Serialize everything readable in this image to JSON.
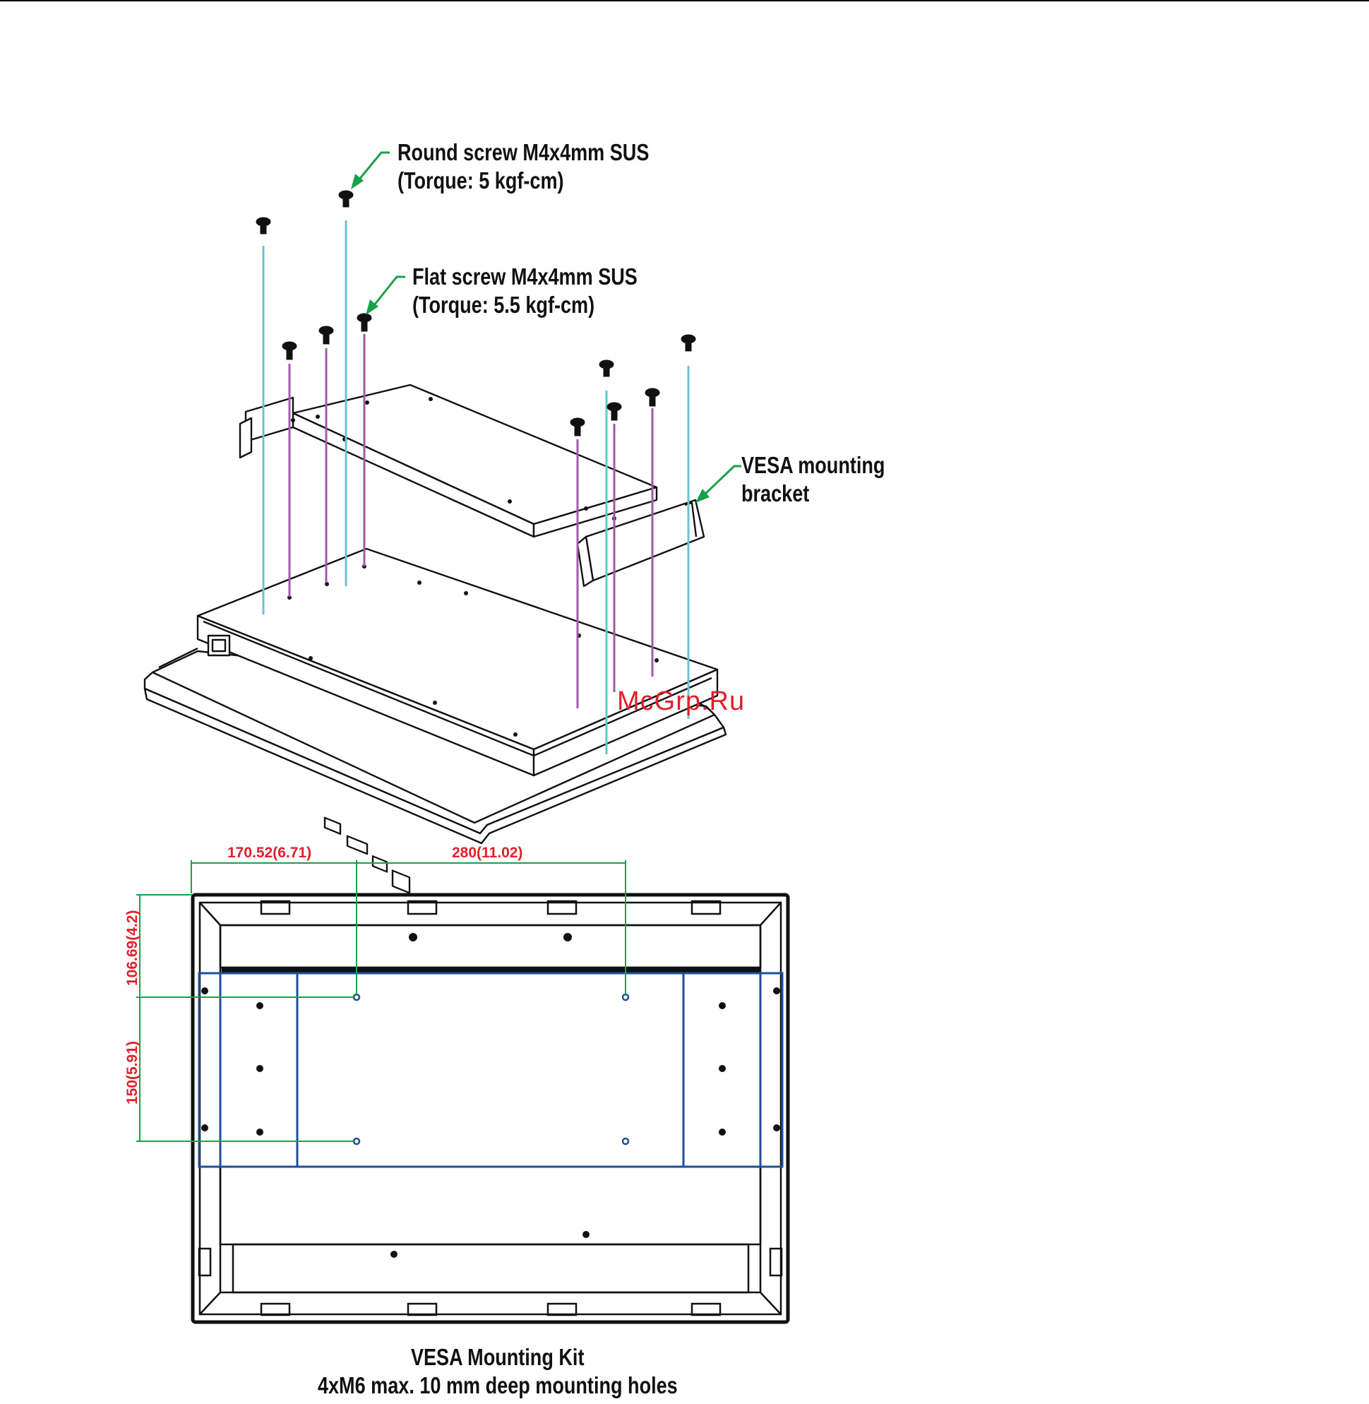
{
  "callouts": {
    "round_screw": {
      "line1": "Round screw M4x4mm SUS",
      "line2": "(Torque: 5 kgf-cm)"
    },
    "flat_screw": {
      "line1": "Flat screw M4x4mm SUS",
      "line2": "(Torque: 5.5 kgf-cm)"
    },
    "bracket": {
      "line1": "VESA mounting",
      "line2": "bracket"
    }
  },
  "dimensions": {
    "horizontal_left": "170.52(6.71)",
    "horizontal_right": "280(11.02)",
    "vertical_top": "106.69(4.2)",
    "vertical_bottom": "150(5.91)"
  },
  "watermark": "McGrp.Ru",
  "caption": {
    "title": "VESA Mounting Kit",
    "subtitle": "4xM6 max. 10 mm deep mounting holes"
  },
  "colors": {
    "leader": "#1aa04a",
    "dimension": "#e0202a",
    "round_screw_axis": "#6cc3cc",
    "flat_screw_axis": "#a05aa8",
    "bracket_outline": "#1f4e9a",
    "line": "#111111"
  },
  "icons": {
    "screw": "screw-icon",
    "mounting_hole": "mounting-hole-icon"
  }
}
